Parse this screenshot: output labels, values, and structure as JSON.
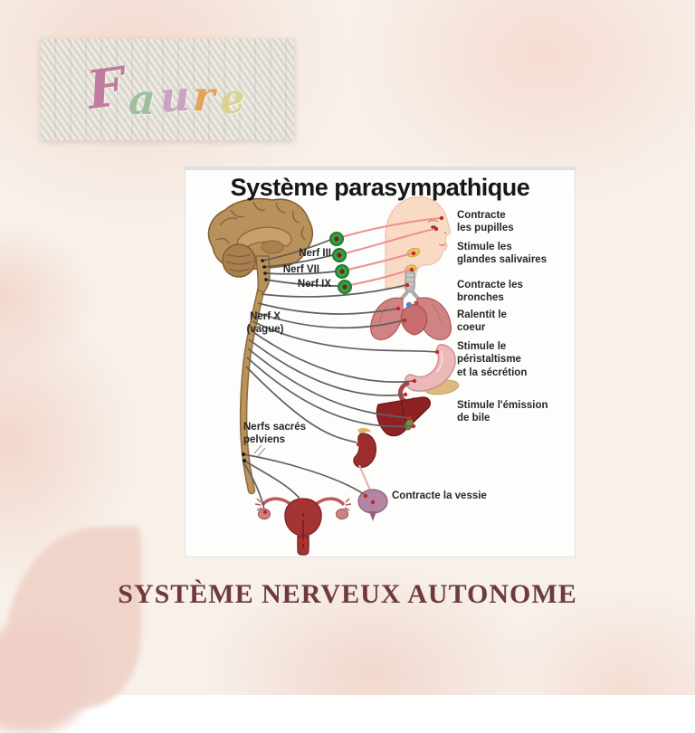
{
  "colors": {
    "background": "#f7f1ea",
    "accent_wash": "#f3d9cf",
    "panel_background": "#fdfdfc",
    "diagram_text": "#262626",
    "footer_text": "#6e3a3e",
    "ganglion_green": "#3a9d44",
    "nerve_gray": "#5a5a5a",
    "postganglionic_pink": "#ef8f8f"
  },
  "logo": {
    "description": "embroidered-signature-photo",
    "letters": [
      {
        "char": "F",
        "color": "#c27ba0"
      },
      {
        "char": "a",
        "color": "#9fbf9d"
      },
      {
        "char": "u",
        "color": "#c9a3c0"
      },
      {
        "char": "r",
        "color": "#e2a45c"
      },
      {
        "char": "e",
        "color": "#d9d290"
      }
    ]
  },
  "diagram": {
    "title": "Système parasympathique",
    "nerves": [
      {
        "label": "Nerf III"
      },
      {
        "label": "Nerf VII"
      },
      {
        "label": "Nerf IX"
      },
      {
        "label": "Nerf X\n(vague)"
      },
      {
        "label": "Nerfs sacrés\npelviens"
      }
    ],
    "effects": [
      {
        "label": "Contracte\nles pupilles"
      },
      {
        "label": "Stimule les\nglandes salivaires"
      },
      {
        "label": "Contracte les\nbronches"
      },
      {
        "label": "Ralentit le\ncoeur"
      },
      {
        "label": "Stimule le\npéristaltisme\net la sécrétion"
      },
      {
        "label": "Stimule l'émission\nde bile"
      },
      {
        "label": "Contracte la vessie"
      }
    ],
    "figures": [
      "brain-illustration",
      "spinal-cord-illustration",
      "face-profile-illustration",
      "salivary-glands-illustration",
      "lungs-illustration",
      "trachea-illustration",
      "heart-illustration",
      "stomach-illustration",
      "pancreas-illustration",
      "liver-illustration",
      "gallbladder-illustration",
      "kidney-illustration",
      "bladder-illustration",
      "uterus-illustration",
      "ovaries-illustration",
      "ganglion-dots"
    ]
  },
  "footer": {
    "title": "SYSTÈME NERVEUX AUTONOME"
  }
}
